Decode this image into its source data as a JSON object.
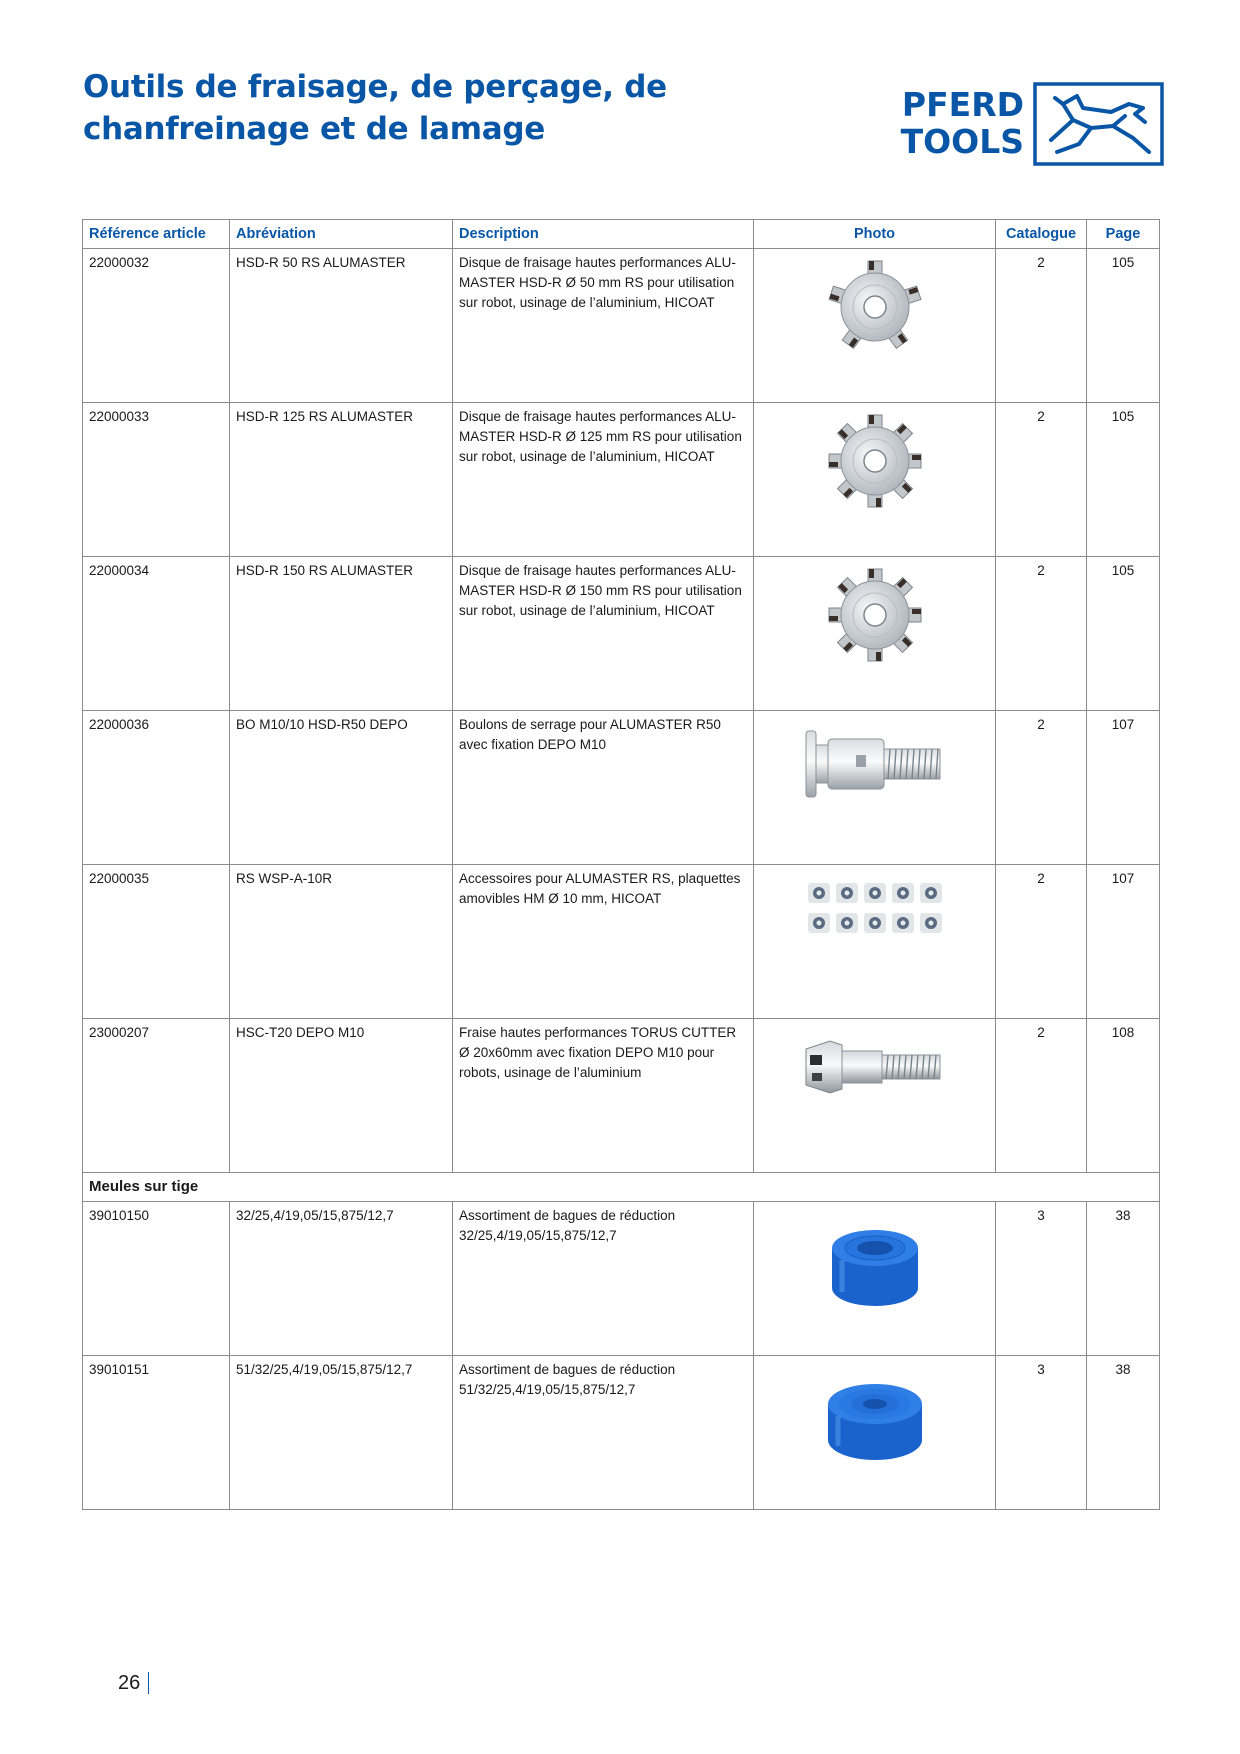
{
  "header": {
    "title_line1": "Outils de fraisage, de perçage, de",
    "title_line2": "chanfreinage et de lamage",
    "logo_line1": "PFERD",
    "logo_line2": "TOOLS",
    "logo_icon": "leaping-horse-icon"
  },
  "table": {
    "headers": {
      "ref": "Référence article",
      "abbr": "Abréviation",
      "desc": "Description",
      "photo": "Photo",
      "catalogue": "Catalogue",
      "page": "Page"
    },
    "rows": [
      {
        "ref": "22000032",
        "abbr": "HSD-R 50 RS ALUMASTER",
        "desc": "Disque de fraisage hautes performances ALU-MASTER HSD-R Ø 50 mm RS pour utilisation sur robot, usinage de l’aluminium, HICOAT",
        "catalogue": "2",
        "page": "105",
        "photo_icon": "milling-disc-5-teeth-icon"
      },
      {
        "ref": "22000033",
        "abbr": "HSD-R 125 RS ALUMASTER",
        "desc": "Disque de fraisage hautes performances ALU-MASTER HSD-R Ø 125 mm RS pour utilisation sur robot, usinage de l’aluminium, HICOAT",
        "catalogue": "2",
        "page": "105",
        "photo_icon": "milling-disc-8-teeth-icon"
      },
      {
        "ref": "22000034",
        "abbr": "HSD-R 150 RS ALUMASTER",
        "desc": "Disque de fraisage hautes performances ALU-MASTER HSD-R Ø 150 mm RS pour utilisation sur robot, usinage de l’aluminium, HICOAT",
        "catalogue": "2",
        "page": "105",
        "photo_icon": "milling-disc-8-teeth-icon"
      },
      {
        "ref": "22000036",
        "abbr": "BO M10/10 HSD-R50 DEPO",
        "desc": "Boulons de serrage pour ALUMASTER R50 avec fixation DEPO M10",
        "catalogue": "2",
        "page": "107",
        "photo_icon": "clamping-bolt-icon"
      },
      {
        "ref": "22000035",
        "abbr": "RS WSP-A-10R",
        "desc": "Accessoires pour ALUMASTER RS, plaquettes amovibles HM Ø 10 mm, HICOAT",
        "catalogue": "2",
        "page": "107",
        "photo_icon": "insert-plates-icon"
      },
      {
        "ref": "23000207",
        "abbr": "HSC-T20 DEPO M10",
        "desc": "Fraise hautes performances TORUS CUTTER Ø 20x60mm avec fixation DEPO M10 pour robots, usinage de l’aluminium",
        "catalogue": "2",
        "page": "108",
        "photo_icon": "torus-cutter-icon"
      }
    ],
    "section_title": "Meules sur tige",
    "rows2": [
      {
        "ref": "39010150",
        "abbr": "32/25,4/19,05/15,875/12,7",
        "desc": "Assortiment de bagues de réduction 32/25,4/19,05/15,875/12,7",
        "catalogue": "3",
        "page": "38",
        "photo_icon": "reduction-ring-icon"
      },
      {
        "ref": "39010151",
        "abbr": "51/32/25,4/19,05/15,875/12,7",
        "desc": "Assortiment de bagues de réduction 51/32/25,4/19,05/15,875/12,7",
        "catalogue": "3",
        "page": "38",
        "photo_icon": "reduction-ring-large-icon"
      }
    ]
  },
  "footer": {
    "page_number": "26"
  },
  "colors": {
    "brand_blue": "#0a56a6",
    "ring_blue": "#1f6fd6",
    "border": "#8c8c8c"
  }
}
